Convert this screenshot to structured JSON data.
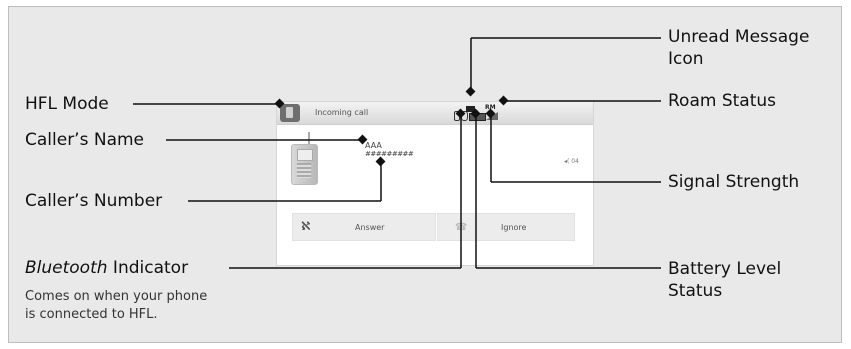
{
  "screen": {
    "title": "Incoming call",
    "caller_name": "AAA",
    "caller_number": "#########",
    "volume": "◂( 04",
    "status_roam": "RM",
    "answer_label": "Answer",
    "ignore_label": "Ignore",
    "answer_icon": "phone-handset-icon",
    "ignore_icon": "phone-hangup-icon"
  },
  "callouts": {
    "hfl_mode": "HFL Mode",
    "callers_name": "Caller’s Name",
    "callers_number": "Caller’s Number",
    "bluetooth_em": "Bluetooth",
    "bluetooth_rest": " Indicator",
    "bluetooth_note_1": "Comes on when your phone",
    "bluetooth_note_2": "is connected to HFL.",
    "unread_message_1": "Unread Message",
    "unread_message_2": "Icon",
    "roam_status": "Roam Status",
    "signal_strength": "Signal Strength",
    "battery_level_1": "Battery Level",
    "battery_level_2": "Status"
  },
  "colors": {
    "panel_background": "#e9e9e9",
    "screen_background": "#ffffff",
    "leader_lines": "#111111"
  }
}
